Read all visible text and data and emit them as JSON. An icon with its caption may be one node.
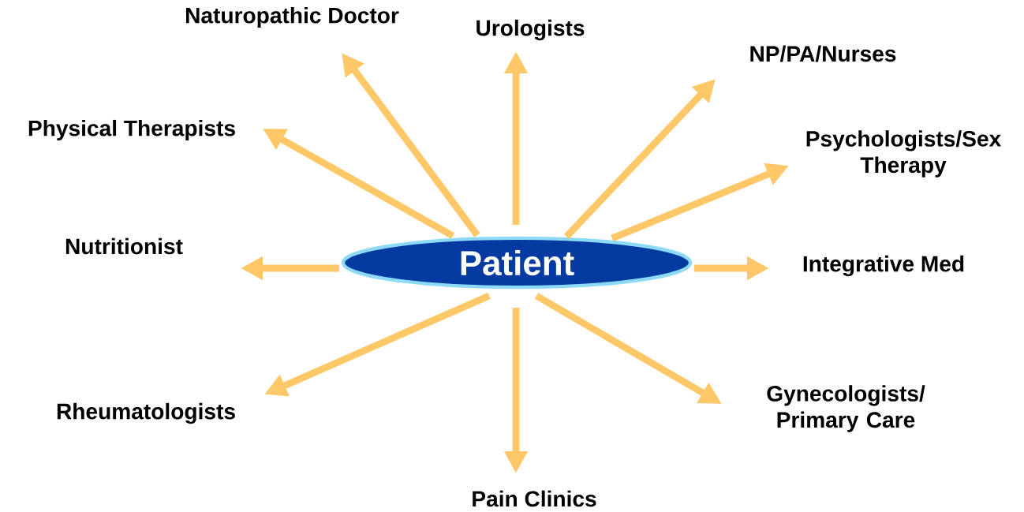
{
  "diagram": {
    "nodes": [
      {
        "text": [
          "Patient"
        ]
      },
      {
        "text": [
          "Naturopathic Doctor"
        ]
      },
      {
        "text": [
          "Urologists"
        ]
      },
      {
        "text": [
          "NP/PA/Nurses"
        ]
      },
      {
        "text": [
          "Physical Therapists"
        ]
      },
      {
        "text": [
          "Psychologists/Sex Therapy"
        ]
      },
      {
        "text": [
          "Nutritionist"
        ]
      },
      {
        "text": [
          "Integrative Med"
        ]
      },
      {
        "text": [
          "Rheumatologists"
        ]
      },
      {
        "text": [
          "Gynecologists/ Primary Care"
        ]
      },
      {
        "text": [
          "Pain Clinics"
        ]
      }
    ],
    "edges": [
      {
        "from": 0,
        "to": 1,
        "arrow": "to"
      },
      {
        "from": 0,
        "to": 2,
        "arrow": "to"
      },
      {
        "from": 0,
        "to": 3,
        "arrow": "to"
      },
      {
        "from": 0,
        "to": 4,
        "arrow": "to"
      },
      {
        "from": 0,
        "to": 5,
        "arrow": "to"
      },
      {
        "from": 0,
        "to": 6,
        "arrow": "to"
      },
      {
        "from": 0,
        "to": 7,
        "arrow": "to"
      },
      {
        "from": 0,
        "to": 8,
        "arrow": "to"
      },
      {
        "from": 0,
        "to": 9,
        "arrow": "to"
      },
      {
        "from": 0,
        "to": 10,
        "arrow": "to"
      }
    ]
  }
}
